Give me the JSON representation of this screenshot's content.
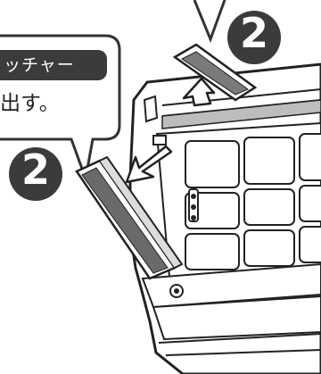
{
  "callout": {
    "tag_label": "ッチャー",
    "text": "出す。"
  },
  "steps": {
    "top_number": "2",
    "left_number": "2"
  },
  "colors": {
    "badge_fill": "#3b3b3b",
    "line_art": "#222222",
    "arrow_fill": "#ffffff"
  }
}
